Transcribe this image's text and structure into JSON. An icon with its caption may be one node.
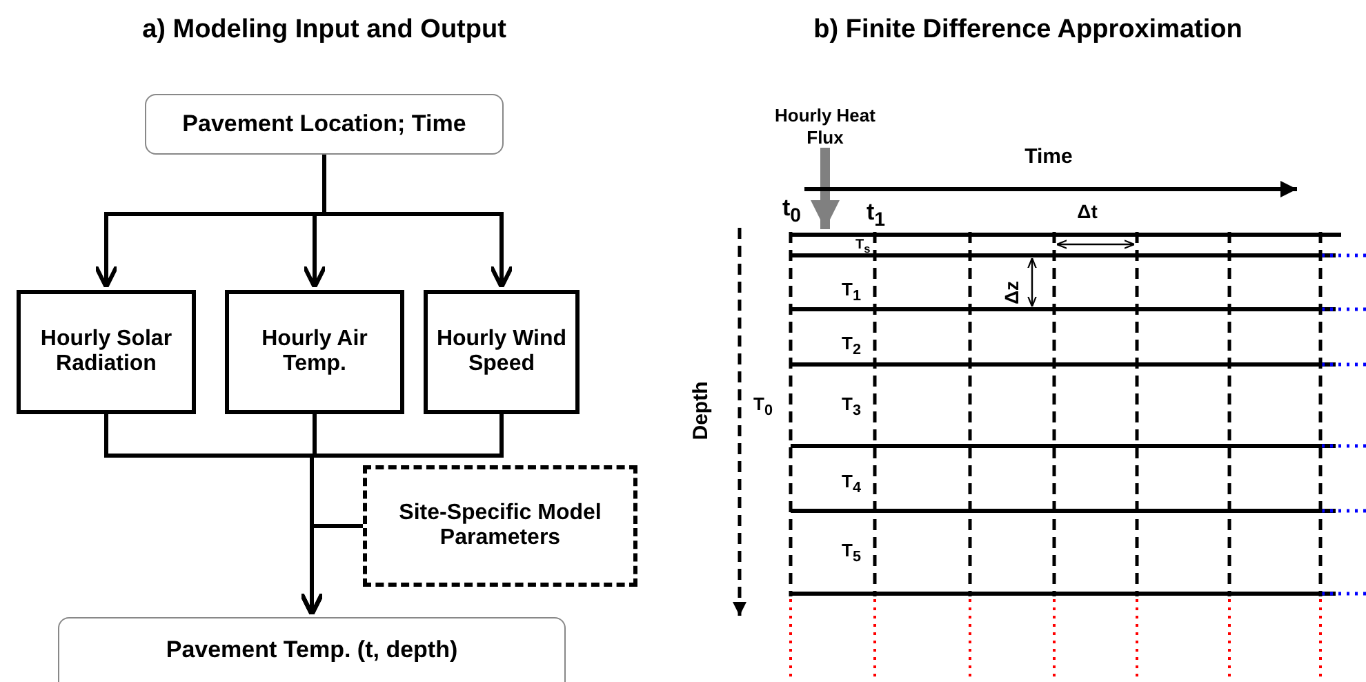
{
  "diagram": {
    "nodes": [
      {
        "text": [
          "Pavement Location;  Time"
        ]
      },
      {
        "text": [
          "Hourly Solar Radiation"
        ]
      },
      {
        "text": [
          "Hourly Air Temp."
        ]
      },
      {
        "text": [
          "Hourly Wind Speed"
        ]
      },
      {
        "text": [
          "Site-Specific Model Parameters"
        ]
      },
      {
        "text": [
          "Pavement Temp.  (t, depth)"
        ]
      },
      {
        "text": [
          "Hourly Heat Flux"
        ]
      }
    ],
    "edges": [
      {
        "from": 0,
        "to": 1,
        "arrow": "to"
      },
      {
        "from": 0,
        "to": 2,
        "arrow": "to"
      },
      {
        "from": 0,
        "to": 3,
        "arrow": "to"
      },
      {
        "from": 1,
        "to": 5,
        "arrow": "to"
      },
      {
        "from": 2,
        "to": 5,
        "arrow": "to"
      },
      {
        "from": 3,
        "to": 5,
        "arrow": "to"
      },
      {
        "from": 4,
        "to": 5,
        "arrow": "to"
      },
      {
        "from": 6,
        "to": null,
        "arrow": "to",
        "style": "thick",
        "color": "#808080"
      }
    ],
    "labels": [
      "a) Modeling Input and Output",
      "b) Finite Difference Approximation",
      "Time",
      "t$_{0}$",
      "t$_{1}$",
      "Δt",
      "T$_{s}$",
      "T$_{1}$",
      "Δz",
      "T$_{2}$",
      "T$_{0}$",
      "T$_{3}$",
      "Depth",
      "T$_{4}$",
      "T$_{5}$"
    ]
  }
}
